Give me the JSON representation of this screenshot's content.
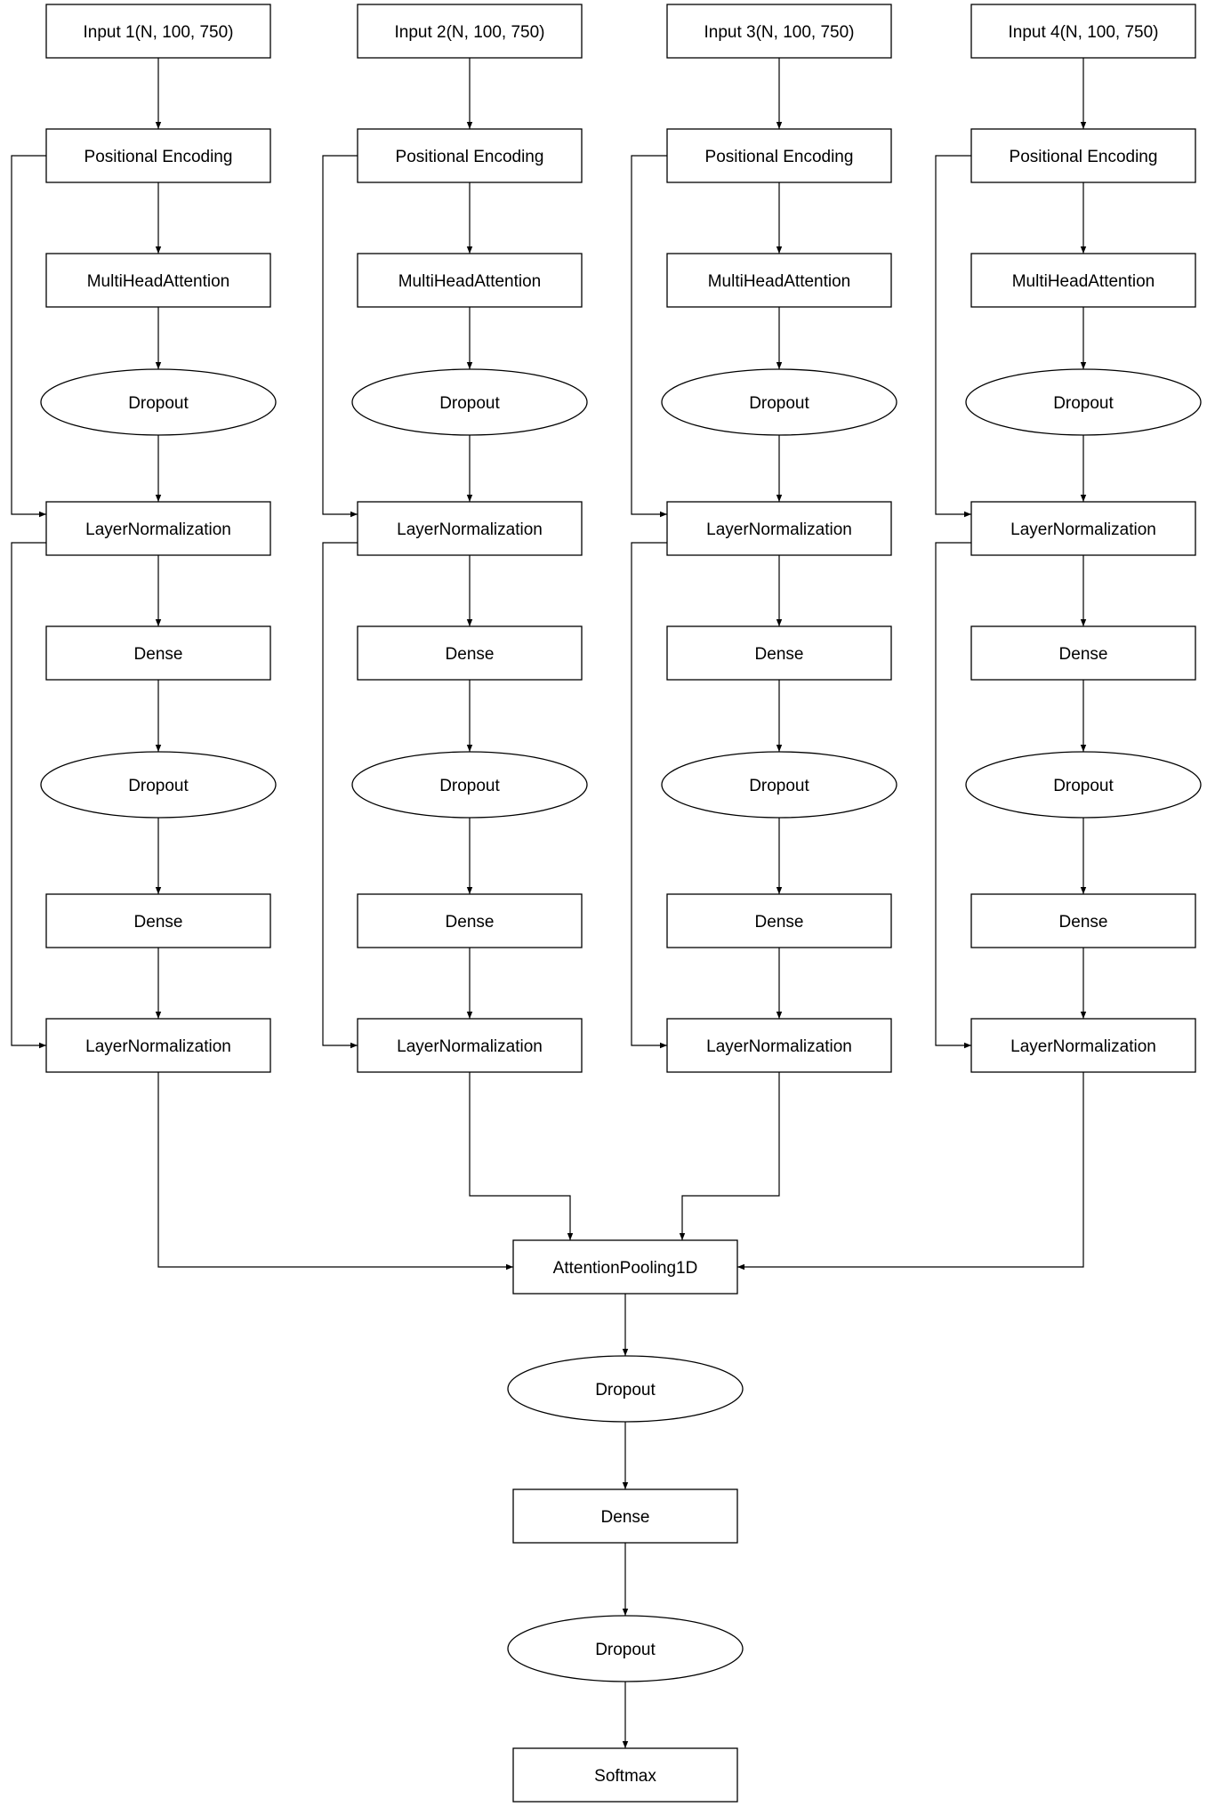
{
  "columns": [
    {
      "input": "Input 1(N, 100, 750)",
      "positional_encoding": "Positional Encoding",
      "attention": "MultiHeadAttention",
      "dropout_1": "Dropout",
      "layer_norm_1": "LayerNormalization",
      "dense_1": "Dense",
      "dropout_2": "Dropout",
      "dense_2": "Dense",
      "layer_norm_2": "LayerNormalization"
    },
    {
      "input": "Input 2(N, 100, 750)",
      "positional_encoding": "Positional Encoding",
      "attention": "MultiHeadAttention",
      "dropout_1": "Dropout",
      "layer_norm_1": "LayerNormalization",
      "dense_1": "Dense",
      "dropout_2": "Dropout",
      "dense_2": "Dense",
      "layer_norm_2": "LayerNormalization"
    },
    {
      "input": "Input 3(N, 100, 750)",
      "positional_encoding": "Positional Encoding",
      "attention": "MultiHeadAttention",
      "dropout_1": "Dropout",
      "layer_norm_1": "LayerNormalization",
      "dense_1": "Dense",
      "dropout_2": "Dropout",
      "dense_2": "Dense",
      "layer_norm_2": "LayerNormalization"
    },
    {
      "input": "Input 4(N, 100, 750)",
      "positional_encoding": "Positional Encoding",
      "attention": "MultiHeadAttention",
      "dropout_1": "Dropout",
      "layer_norm_1": "LayerNormalization",
      "dense_1": "Dense",
      "dropout_2": "Dropout",
      "dense_2": "Dense",
      "layer_norm_2": "LayerNormalization"
    }
  ],
  "head": {
    "pooling": "AttentionPooling1D",
    "dropout_1": "Dropout",
    "dense": "Dense",
    "dropout_2": "Dropout",
    "output": "Softmax"
  }
}
